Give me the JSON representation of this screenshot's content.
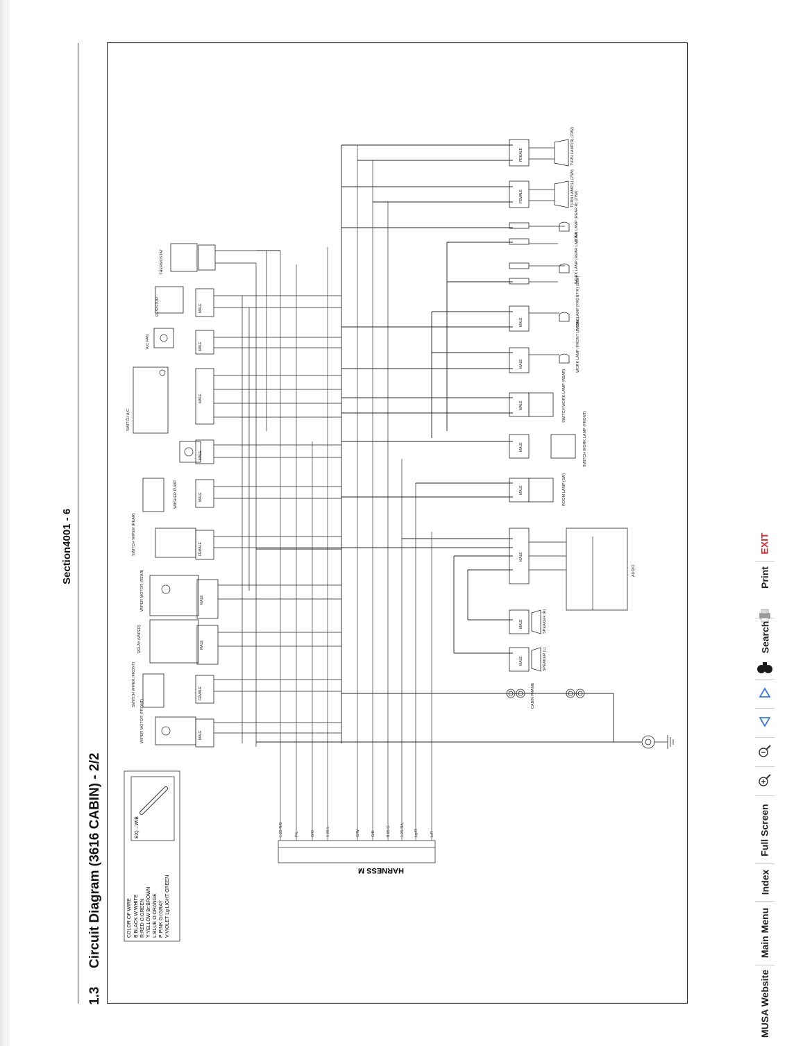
{
  "header": {
    "section": "Section4001 - 6",
    "number": "1.3",
    "title": "Circuit Diagram (3616 CABIN) - 2/2"
  },
  "legend": {
    "heading": "COLOR OF WIRE",
    "colors": [
      "B:BLACK   W:WHITE",
      "R:RED     G:GREEN",
      "Y:YELLOW  Br:BROWN",
      "L:BLUE    O:ORANGE",
      "P:PINK    Gr:GRAY",
      "V:VIOLET  Lg:LIGHT GREEN"
    ],
    "example": "EX)→W/B"
  },
  "harness": {
    "label": "HARNESS M",
    "pins": [
      "1.25 R/B",
      "P/L",
      "G/O",
      "1.25 L",
      "G/W",
      "G/B",
      "0.85 G",
      "1.25 R/L",
      "Lg/R",
      "L/R"
    ]
  },
  "components": {
    "left_row": [
      "WIPER MOTOR (FRONT)",
      "SWITCH WIPER (FRONT)",
      "RELAY (WIPER)",
      "WIPER MOTOR (REAR)",
      "SWITCH WIPER (REAR)",
      "WASHER PUMP",
      "SWITCH A/C",
      "A/C FAN",
      "RESISTOR",
      "THERMOSTAT"
    ],
    "right_row": [
      "TURN LAMP(R) (23W)",
      "TURN LAMP(L) (23W)",
      "WORK LAMP (REAR R) (27W)",
      "WORK LAMP (REAR L) (27W)",
      "WORK LAMP (FRONT R) (55W)",
      "WORK LAMP (FRONT L) (55W)",
      "SWITCH WORK LAMP (REAR)",
      "SWITCH WORK LAMP (FRONT)",
      "ROOM LAMP (5W)",
      "AUDIO",
      "SPEAKER (R)",
      "SPEAKER (L)",
      "CABIN FRAME"
    ],
    "connector_words": {
      "male": "MALE",
      "female": "FEMALE"
    }
  },
  "toolbar": {
    "exit": "EXIT",
    "print": "Print",
    "search": "Search",
    "full_screen": "Full Screen",
    "index": "Index",
    "main_menu": "Main Menu",
    "musa_website": "MUSA Website"
  },
  "colors": {
    "exit": "#d32f2f",
    "arrow": "#3a7bd5",
    "ink": "#222222"
  }
}
